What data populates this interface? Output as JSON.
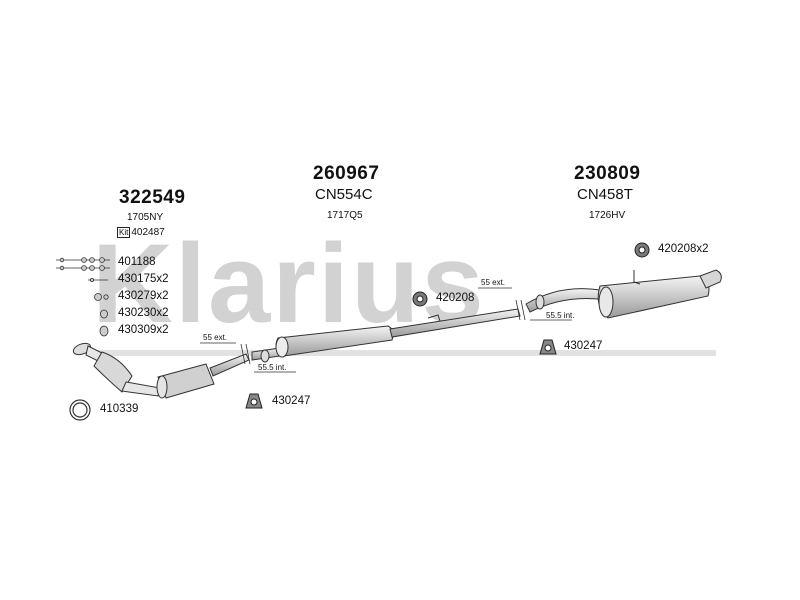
{
  "watermark": "Klarius",
  "kit_tag": "Kit",
  "parts": {
    "front": {
      "number": "322549",
      "code": "1705NY",
      "kit": "402487"
    },
    "centre": {
      "number": "260967",
      "sub": "CN554C",
      "code": "1717Q5"
    },
    "rear": {
      "number": "230809",
      "sub": "CN458T",
      "code": "1726HV"
    }
  },
  "fittings": {
    "f401188": "401188",
    "f430175": "430175x2",
    "f430279": "430279x2",
    "f430230": "430230x2",
    "f430309": "430309x2",
    "f410339": "410339",
    "f430247a": "430247",
    "f420208": "420208",
    "f430247b": "430247",
    "f420208x2": "420208x2"
  },
  "joints": {
    "j1_ext": "55 ext.",
    "j1_int": "55.5 int.",
    "j2_ext": "55 ext.",
    "j2_int": "55.5 int."
  }
}
